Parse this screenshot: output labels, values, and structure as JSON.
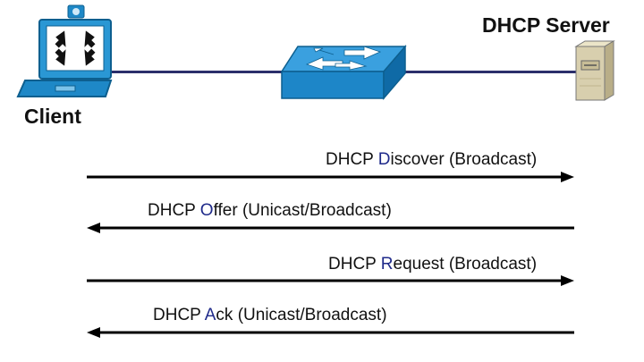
{
  "nodes": {
    "client": {
      "label": "Client"
    },
    "server": {
      "label": "DHCP Server"
    }
  },
  "messages": [
    {
      "prefix": "DHCP ",
      "initial": "D",
      "rest": "iscover (Broadcast)",
      "direction": "client-to-server"
    },
    {
      "prefix": "DHCP ",
      "initial": "O",
      "rest": "ffer (Unicast/Broadcast)",
      "direction": "server-to-client"
    },
    {
      "prefix": "DHCP ",
      "initial": "R",
      "rest": "equest (Broadcast)",
      "direction": "client-to-server"
    },
    {
      "prefix": "DHCP ",
      "initial": "A",
      "rest": "ck (Unicast/Broadcast)",
      "direction": "server-to-client"
    }
  ],
  "colors": {
    "device_blue": "#1e88c7",
    "link_line": "#2b2f6b",
    "initial_highlight": "#1f2a8a",
    "server_beige": "#d8cfae"
  }
}
